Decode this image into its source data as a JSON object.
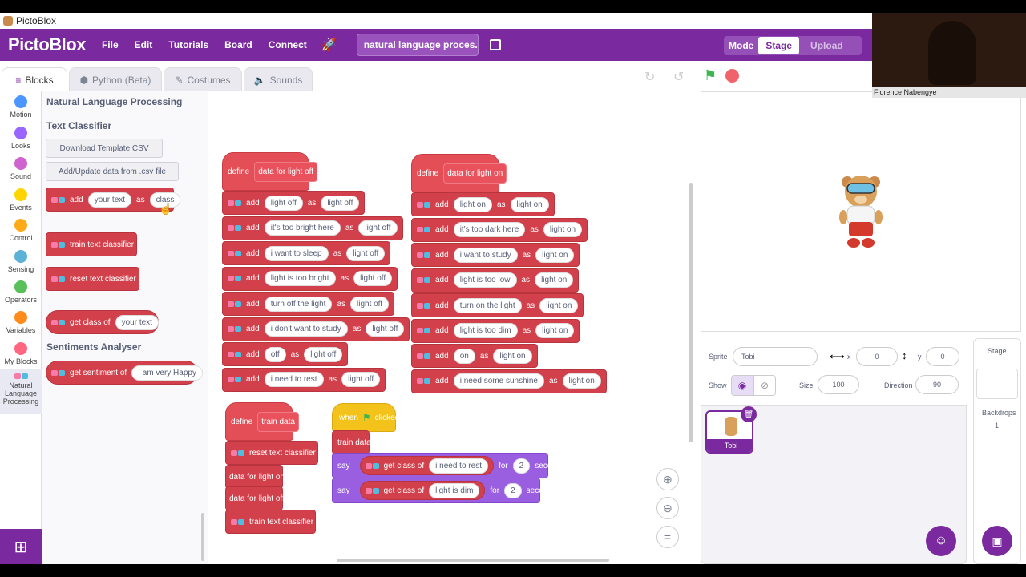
{
  "window": {
    "title": "PictoBlox"
  },
  "menubar": {
    "logo": "PictoBlox",
    "items": [
      "File",
      "Edit",
      "Tutorials",
      "Board",
      "Connect"
    ],
    "project_name": "natural language proces...",
    "mode_label": "Mode",
    "stage_label": "Stage",
    "upload_label": "Upload"
  },
  "tabs": [
    "Blocks",
    "Python (Beta)",
    "Costumes",
    "Sounds"
  ],
  "categories": [
    {
      "label": "Motion",
      "color": "#4c97ff"
    },
    {
      "label": "Looks",
      "color": "#9966ff"
    },
    {
      "label": "Sound",
      "color": "#cf63cf"
    },
    {
      "label": "Events",
      "color": "#ffd500"
    },
    {
      "label": "Control",
      "color": "#ffab19"
    },
    {
      "label": "Sensing",
      "color": "#5cb1d6"
    },
    {
      "label": "Operators",
      "color": "#59c059"
    },
    {
      "label": "Variables",
      "color": "#ff8c1a"
    },
    {
      "label": "My Blocks",
      "color": "#ff6680"
    }
  ],
  "category_selected": {
    "line1": "Natural",
    "line2": "Language",
    "line3": "Processing"
  },
  "palette": {
    "title": "Natural Language Processing",
    "section1": "Text Classifier",
    "btn_download": "Download Template CSV",
    "btn_update": "Add/Update data from .csv file",
    "add_label": "add",
    "add_text": "your text",
    "as_label": "as",
    "class_label": "class",
    "train": "train text classifier",
    "reset": "reset text classifier",
    "getclass": "get class of",
    "getclass_text": "your text",
    "section2": "Sentiments Analyser",
    "sentiment": "get sentiment of",
    "sentiment_text": "I am very Happy"
  },
  "script_off": {
    "define": "define",
    "name": "data for light off",
    "rows": [
      [
        "light off",
        "light off"
      ],
      [
        "it's too bright here",
        "light off"
      ],
      [
        "i want to sleep",
        "light off"
      ],
      [
        "light is too bright",
        "light off"
      ],
      [
        "turn off the light",
        "light off"
      ],
      [
        "i don't want to study",
        "light off"
      ],
      [
        "off",
        "light off"
      ],
      [
        "i need to rest",
        "light off"
      ]
    ]
  },
  "script_on": {
    "define": "define",
    "name": "data for light on",
    "rows": [
      [
        "light on",
        "light on"
      ],
      [
        "it's too dark here",
        "light on"
      ],
      [
        "i want to study",
        "light on"
      ],
      [
        "light is too low",
        "light on"
      ],
      [
        "turn on the light",
        "light on"
      ],
      [
        "light is too dim",
        "light on"
      ],
      [
        "on",
        "light on"
      ],
      [
        "i need some sunshine",
        "light on"
      ]
    ]
  },
  "script_train": {
    "define": "define",
    "name": "train data",
    "reset": "reset text classifier",
    "call_on": "data for light on",
    "call_off": "data for light off",
    "train": "train text classifier"
  },
  "script_flag": {
    "when": "when",
    "clicked": "clicked",
    "train": "train data",
    "say": "say",
    "getclass": "get class of",
    "text1": "i need to rest",
    "text2": "light is dim",
    "for": "for",
    "secs": "2",
    "seconds": "seconds"
  },
  "common": {
    "add": "add",
    "as": "as"
  },
  "sprite": {
    "label": "Sprite",
    "name": "Tobi",
    "x_label": "x",
    "x": "0",
    "y_label": "y",
    "y": "0",
    "show_label": "Show",
    "size_label": "Size",
    "size": "100",
    "direction_label": "Direction",
    "direction": "90",
    "thumb": "Tobi"
  },
  "stage_panel": {
    "title": "Stage",
    "backdrops_label": "Backdrops",
    "backdrops_count": "1"
  },
  "video": {
    "name": "Florence Nabengye"
  }
}
